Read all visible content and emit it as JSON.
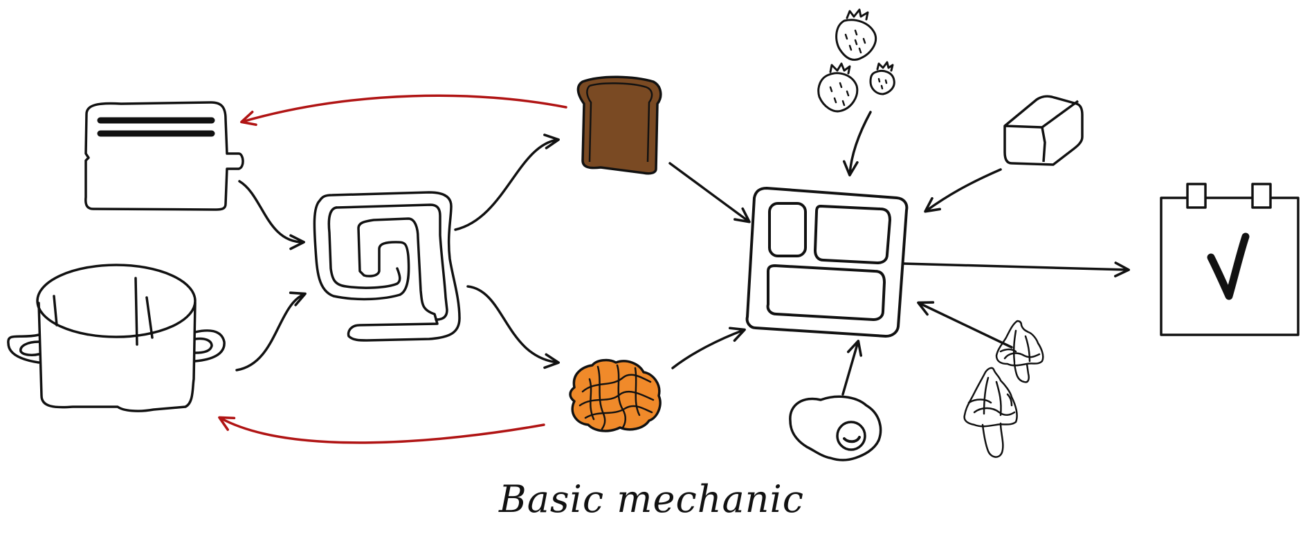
{
  "caption": "Basic mechanic",
  "colors": {
    "ink": "#111111",
    "return_arrow": "#b01414",
    "toast": "#7a4a23",
    "noodles": "#f08a2a",
    "background": "#ffffff"
  },
  "nodes": [
    {
      "id": "toaster",
      "icon": "toaster-icon"
    },
    {
      "id": "pot",
      "icon": "cooking-pot-icon"
    },
    {
      "id": "spiral",
      "icon": "spiral-maze-icon"
    },
    {
      "id": "toast",
      "icon": "toast-slice-icon"
    },
    {
      "id": "noodles",
      "icon": "noodles-icon"
    },
    {
      "id": "tray",
      "icon": "bento-tray-icon"
    },
    {
      "id": "strawberries",
      "icon": "strawberries-icon"
    },
    {
      "id": "butter",
      "icon": "butter-block-icon"
    },
    {
      "id": "egg",
      "icon": "fried-egg-icon"
    },
    {
      "id": "mushrooms",
      "icon": "mushrooms-icon"
    },
    {
      "id": "calendar",
      "icon": "calendar-check-icon"
    }
  ],
  "edges": [
    {
      "from": "toaster",
      "to": "spiral",
      "kind": "forward"
    },
    {
      "from": "pot",
      "to": "spiral",
      "kind": "forward"
    },
    {
      "from": "spiral",
      "to": "toast",
      "kind": "forward"
    },
    {
      "from": "spiral",
      "to": "noodles",
      "kind": "forward"
    },
    {
      "from": "toast",
      "to": "toaster",
      "kind": "return"
    },
    {
      "from": "noodles",
      "to": "pot",
      "kind": "return"
    },
    {
      "from": "toast",
      "to": "tray",
      "kind": "forward"
    },
    {
      "from": "noodles",
      "to": "tray",
      "kind": "forward"
    },
    {
      "from": "strawberries",
      "to": "tray",
      "kind": "forward"
    },
    {
      "from": "butter",
      "to": "tray",
      "kind": "forward"
    },
    {
      "from": "egg",
      "to": "tray",
      "kind": "forward"
    },
    {
      "from": "mushrooms",
      "to": "tray",
      "kind": "forward"
    },
    {
      "from": "tray",
      "to": "calendar",
      "kind": "forward"
    }
  ]
}
